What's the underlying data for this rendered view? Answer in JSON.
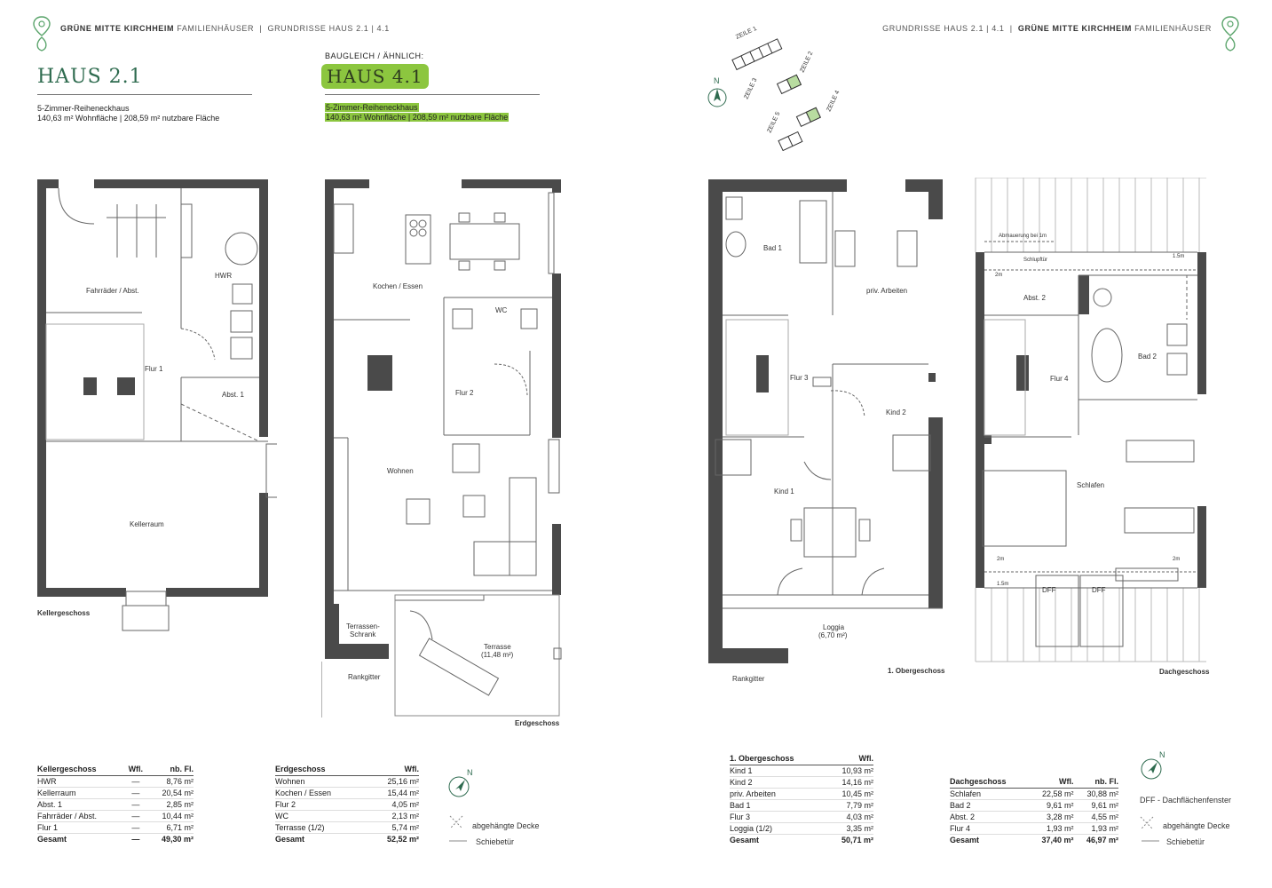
{
  "header_left": {
    "brand": "GRÜNE MITTE KIRCHHEIM",
    "brand_suffix": "FAMILIENHÄUSER",
    "section": "GRUNDRISSE HAUS 2.1 | 4.1"
  },
  "header_right": {
    "section": "GRUNDRISSE HAUS 2.1 | 4.1",
    "brand": "GRÜNE MITTE KIRCHHEIM",
    "brand_suffix": "FAMILIENHÄUSER"
  },
  "house_main": {
    "title": "HAUS 2.1",
    "type": "5-Zimmer-Reiheneckhaus",
    "areas": "140,63 m² Wohnfläche | 208,59 m² nutzbare Fläche"
  },
  "house_alt": {
    "prefix": "BAUGLEICH / ÄHNLICH:",
    "title": "HAUS 4.1",
    "type": "5-Zimmer-Reiheneckhaus",
    "areas": "140,63 m² Wohnfläche | 208,59 m² nutzbare Fläche"
  },
  "site_map": {
    "rows": [
      "ZEILE 1",
      "ZEILE 2",
      "ZEILE 3",
      "ZEILE 4",
      "ZEILE 5"
    ],
    "north": "N"
  },
  "plans": {
    "keller": {
      "label": "Kellergeschoss",
      "rooms": [
        "Fahrräder / Abst.",
        "HWR",
        "Flur 1",
        "Abst. 1",
        "Kellerraum"
      ]
    },
    "erd": {
      "label": "Erdgeschoss",
      "rooms": [
        "Kochen / Essen",
        "WC",
        "Flur 2",
        "Wohnen",
        "Terrassen-",
        "Schrank",
        "Terrasse",
        "(11,48 m²)",
        "Rankgitter"
      ]
    },
    "ober": {
      "label": "1. Obergeschoss",
      "rooms": [
        "Bad 1",
        "priv. Arbeiten",
        "Flur 3",
        "Kind 2",
        "Kind 1",
        "Loggia",
        "(6,70 m²)",
        "Rankgitter"
      ]
    },
    "dach": {
      "label": "Dachgeschoss",
      "rooms": [
        "Abmauerung bei 1m",
        "Schlupftür",
        "1.5m",
        "2m",
        "Abst. 2",
        "Bad 2",
        "Flur 4",
        "Schlafen",
        "2m",
        "2m",
        "1.5m",
        "DFF",
        "DFF"
      ]
    }
  },
  "tables": {
    "keller": {
      "headers": [
        "Kellergeschoss",
        "Wfl.",
        "nb. Fl."
      ],
      "rows": [
        [
          "HWR",
          "—",
          "8,76 m²"
        ],
        [
          "Kellerraum",
          "—",
          "20,54 m²"
        ],
        [
          "Abst. 1",
          "—",
          "2,85 m²"
        ],
        [
          "Fahrräder / Abst.",
          "—",
          "10,44 m²"
        ],
        [
          "Flur 1",
          "—",
          "6,71 m²"
        ]
      ],
      "total": [
        "Gesamt",
        "—",
        "49,30 m²"
      ]
    },
    "erd": {
      "headers": [
        "Erdgeschoss",
        "Wfl."
      ],
      "rows": [
        [
          "Wohnen",
          "25,16 m²"
        ],
        [
          "Kochen / Essen",
          "15,44 m²"
        ],
        [
          "Flur 2",
          "4,05 m²"
        ],
        [
          "WC",
          "2,13 m²"
        ],
        [
          "Terrasse (1/2)",
          "5,74 m²"
        ]
      ],
      "total": [
        "Gesamt",
        "52,52 m²"
      ]
    },
    "ober": {
      "headers": [
        "1. Obergeschoss",
        "Wfl."
      ],
      "rows": [
        [
          "Kind 1",
          "10,93 m²"
        ],
        [
          "Kind 2",
          "14,16 m²"
        ],
        [
          "priv. Arbeiten",
          "10,45 m²"
        ],
        [
          "Bad 1",
          "7,79 m²"
        ],
        [
          "Flur 3",
          "4,03 m²"
        ],
        [
          "Loggia (1/2)",
          "3,35 m²"
        ]
      ],
      "total": [
        "Gesamt",
        "50,71 m²"
      ]
    },
    "dach": {
      "headers": [
        "Dachgeschoss",
        "Wfl.",
        "nb. Fl."
      ],
      "rows": [
        [
          "Schlafen",
          "22,58 m²",
          "30,88 m²"
        ],
        [
          "Bad 2",
          "9,61 m²",
          "9,61 m²"
        ],
        [
          "Abst. 2",
          "3,28 m²",
          "4,55 m²"
        ],
        [
          "Flur 4",
          "1,93 m²",
          "1,93 m²"
        ]
      ],
      "total": [
        "Gesamt",
        "37,40 m²",
        "46,97 m²"
      ]
    }
  },
  "legend_left": {
    "north": "N",
    "ceiling": "abgehängte Decke",
    "sliding": "Schiebetür"
  },
  "legend_right": {
    "north": "N",
    "dff": "DFF - Dachflächenfenster",
    "ceiling": "abgehängte Decke",
    "sliding": "Schiebetür"
  },
  "colors": {
    "accent": "#8cc63f",
    "brand_green": "#2e6b4f",
    "wall": "#4a4a4a"
  }
}
